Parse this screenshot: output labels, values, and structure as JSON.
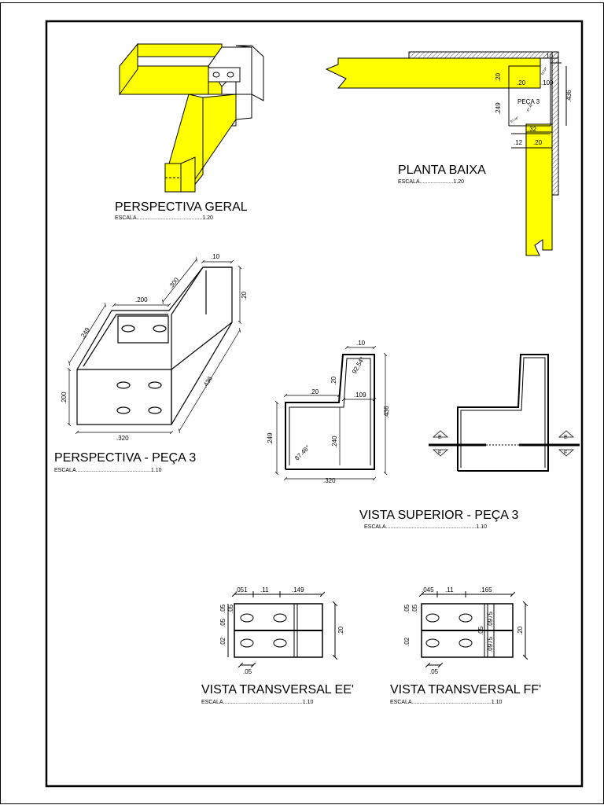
{
  "colors": {
    "fill": "#ffff00",
    "line": "#000000",
    "wall_hatch": "#808080"
  },
  "titles": {
    "perspectiva_geral": "PERSPECTIVA GERAL",
    "planta_baixa": "PLANTA BAIXA",
    "perspectiva_peca3": "PERSPECTIVA - PEÇA 3",
    "vista_superior": "VISTA SUPERIOR - PEÇA 3",
    "vista_ee": "VISTA TRANSVERSAL EE'",
    "vista_ff": "VISTA TRANSVERSAL FF'"
  },
  "scales": {
    "perspectiva_geral": "ESCALA...........................................1.20",
    "planta_baixa": "ESCALA......................1.20",
    "perspectiva_peca3": "ESCALA.................................................1.10",
    "vista_superior": "ESCALA...........................................................1.10",
    "vista_ee": "ESCALA....................................................1.10",
    "vista_ff": "ESCALA....................................................1.10"
  },
  "planta": {
    "d_10": ".10",
    "d_20v": ".20",
    "d_20h": ".20",
    "d_109": ".109",
    "d_436": ".436",
    "d_249": ".249",
    "d_32": ".32",
    "d_12": ".12",
    "d_20b": ".20",
    "peca": "PEÇA 3",
    "ang1": "92.54°",
    "ang2": "87.46°",
    "ang3": "87.46°"
  },
  "persp": {
    "d_10": ".10",
    "d_300": ".300",
    "d_20": ".20",
    "d_200t": ".200",
    "d_249": ".249",
    "d_436": ".436",
    "d_200s": ".200",
    "d_320": ".320"
  },
  "vista_sup": {
    "d_10": ".10",
    "ang1": "92.54°",
    "d_20v": ".20",
    "d_20h": ".20",
    "d_109": ".109",
    "d_436": ".436",
    "d_249": ".249",
    "d_240": ".240",
    "ang2": "87.46°",
    "d_320": ".320"
  },
  "section_marks": {
    "e": "E",
    "f": "F"
  },
  "ee": {
    "t1": ".051",
    "t2": ".11",
    "t3": ".149",
    "l1": ".05",
    "l2": ".05",
    "l3": ".05",
    "l4": ".02",
    "r": ".20",
    "b": ".05"
  },
  "ff": {
    "t1": ".045",
    "t2": ".11",
    "t3": ".165",
    "l1": ".05",
    "l2": ".05",
    "l3": ".02",
    "c1": ".05",
    "c2": ".0975",
    "c3": ".0975",
    "r": ".20",
    "b": ".05"
  }
}
